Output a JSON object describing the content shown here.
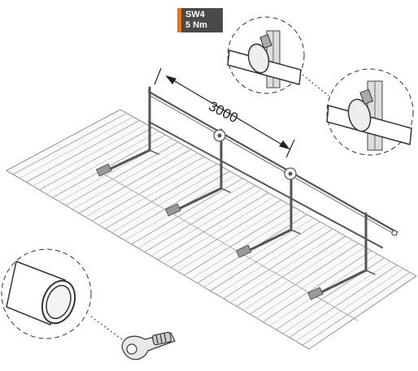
{
  "torque_label": {
    "wrench_size": "SW4",
    "torque": "5 Nm"
  },
  "dimension": {
    "length": "3000"
  },
  "colors": {
    "accent": "#e07a1f",
    "badge_bg": "#4a4a4a",
    "line": "#555555"
  },
  "icons": [
    "pipe-cutter-icon",
    "tube-end-detail",
    "clamp-detail"
  ]
}
